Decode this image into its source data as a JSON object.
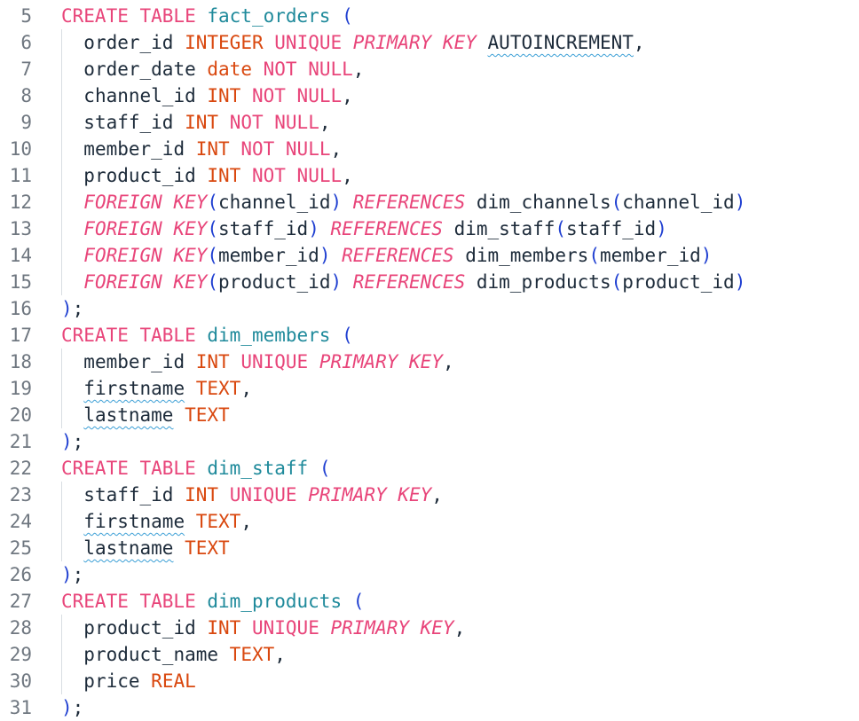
{
  "editor": {
    "language": "SQL",
    "lines": [
      {
        "n": "5",
        "indent": 0,
        "t": [
          [
            "kw",
            "CREATE TABLE"
          ],
          [
            "sp",
            " "
          ],
          [
            "tn",
            "fact_orders"
          ],
          [
            "sp",
            " "
          ],
          [
            "pn",
            "("
          ]
        ]
      },
      {
        "n": "6",
        "indent": 1,
        "t": [
          [
            "id",
            "order_id"
          ],
          [
            "sp",
            " "
          ],
          [
            "ty",
            "INTEGER"
          ],
          [
            "sp",
            " "
          ],
          [
            "kw",
            "UNIQUE"
          ],
          [
            "sp",
            " "
          ],
          [
            "kwi",
            "PRIMARY KEY"
          ],
          [
            "sp",
            " "
          ],
          [
            "id sq",
            "AUTOINCREMENT"
          ],
          [
            "id",
            ","
          ]
        ]
      },
      {
        "n": "7",
        "indent": 1,
        "t": [
          [
            "id",
            "order_date"
          ],
          [
            "sp",
            " "
          ],
          [
            "ty",
            "date"
          ],
          [
            "sp",
            " "
          ],
          [
            "kw",
            "NOT NULL"
          ],
          [
            "id",
            ","
          ]
        ]
      },
      {
        "n": "8",
        "indent": 1,
        "t": [
          [
            "id",
            "channel_id"
          ],
          [
            "sp",
            " "
          ],
          [
            "ty",
            "INT"
          ],
          [
            "sp",
            " "
          ],
          [
            "kw",
            "NOT NULL"
          ],
          [
            "id",
            ","
          ]
        ]
      },
      {
        "n": "9",
        "indent": 1,
        "t": [
          [
            "id",
            "staff_id"
          ],
          [
            "sp",
            " "
          ],
          [
            "ty",
            "INT"
          ],
          [
            "sp",
            " "
          ],
          [
            "kw",
            "NOT NULL"
          ],
          [
            "id",
            ","
          ]
        ]
      },
      {
        "n": "10",
        "indent": 1,
        "t": [
          [
            "id",
            "member_id"
          ],
          [
            "sp",
            " "
          ],
          [
            "ty",
            "INT"
          ],
          [
            "sp",
            " "
          ],
          [
            "kw",
            "NOT NULL"
          ],
          [
            "id",
            ","
          ]
        ]
      },
      {
        "n": "11",
        "indent": 1,
        "t": [
          [
            "id",
            "product_id"
          ],
          [
            "sp",
            " "
          ],
          [
            "ty",
            "INT"
          ],
          [
            "sp",
            " "
          ],
          [
            "kw",
            "NOT NULL"
          ],
          [
            "id",
            ","
          ]
        ]
      },
      {
        "n": "12",
        "indent": 1,
        "t": [
          [
            "kwi",
            "FOREIGN KEY"
          ],
          [
            "pn",
            "("
          ],
          [
            "id",
            "channel_id"
          ],
          [
            "pn",
            ")"
          ],
          [
            "sp",
            " "
          ],
          [
            "kwi",
            "REFERENCES"
          ],
          [
            "sp",
            " "
          ],
          [
            "id",
            "dim_channels"
          ],
          [
            "pn",
            "("
          ],
          [
            "id",
            "channel_id"
          ],
          [
            "pn",
            ")"
          ]
        ]
      },
      {
        "n": "13",
        "indent": 1,
        "t": [
          [
            "kwi",
            "FOREIGN KEY"
          ],
          [
            "pn",
            "("
          ],
          [
            "id",
            "staff_id"
          ],
          [
            "pn",
            ")"
          ],
          [
            "sp",
            " "
          ],
          [
            "kwi",
            "REFERENCES"
          ],
          [
            "sp",
            " "
          ],
          [
            "id",
            "dim_staff"
          ],
          [
            "pn",
            "("
          ],
          [
            "id",
            "staff_id"
          ],
          [
            "pn",
            ")"
          ]
        ]
      },
      {
        "n": "14",
        "indent": 1,
        "t": [
          [
            "kwi",
            "FOREIGN KEY"
          ],
          [
            "pn",
            "("
          ],
          [
            "id",
            "member_id"
          ],
          [
            "pn",
            ")"
          ],
          [
            "sp",
            " "
          ],
          [
            "kwi",
            "REFERENCES"
          ],
          [
            "sp",
            " "
          ],
          [
            "id",
            "dim_members"
          ],
          [
            "pn",
            "("
          ],
          [
            "id",
            "member_id"
          ],
          [
            "pn",
            ")"
          ]
        ]
      },
      {
        "n": "15",
        "indent": 1,
        "t": [
          [
            "kwi",
            "FOREIGN KEY"
          ],
          [
            "pn",
            "("
          ],
          [
            "id",
            "product_id"
          ],
          [
            "pn",
            ")"
          ],
          [
            "sp",
            " "
          ],
          [
            "kwi",
            "REFERENCES"
          ],
          [
            "sp",
            " "
          ],
          [
            "id",
            "dim_products"
          ],
          [
            "pn",
            "("
          ],
          [
            "id",
            "product_id"
          ],
          [
            "pn",
            ")"
          ]
        ]
      },
      {
        "n": "16",
        "indent": 0,
        "t": [
          [
            "pn",
            ")"
          ],
          [
            "id",
            ";"
          ]
        ]
      },
      {
        "n": "17",
        "indent": 0,
        "t": [
          [
            "kw",
            "CREATE TABLE"
          ],
          [
            "sp",
            " "
          ],
          [
            "tn",
            "dim_members"
          ],
          [
            "sp",
            " "
          ],
          [
            "pn",
            "("
          ]
        ]
      },
      {
        "n": "18",
        "indent": 1,
        "t": [
          [
            "id",
            "member_id"
          ],
          [
            "sp",
            " "
          ],
          [
            "ty",
            "INT"
          ],
          [
            "sp",
            " "
          ],
          [
            "kw",
            "UNIQUE"
          ],
          [
            "sp",
            " "
          ],
          [
            "kwi",
            "PRIMARY KEY"
          ],
          [
            "id",
            ","
          ]
        ]
      },
      {
        "n": "19",
        "indent": 1,
        "t": [
          [
            "id sq",
            "firstname"
          ],
          [
            "sp",
            " "
          ],
          [
            "ty",
            "TEXT"
          ],
          [
            "id",
            ","
          ]
        ]
      },
      {
        "n": "20",
        "indent": 1,
        "t": [
          [
            "id sq",
            "lastname"
          ],
          [
            "sp",
            " "
          ],
          [
            "ty",
            "TEXT"
          ]
        ]
      },
      {
        "n": "21",
        "indent": 0,
        "t": [
          [
            "pn",
            ")"
          ],
          [
            "id",
            ";"
          ]
        ]
      },
      {
        "n": "22",
        "indent": 0,
        "t": [
          [
            "kw",
            "CREATE TABLE"
          ],
          [
            "sp",
            " "
          ],
          [
            "tn",
            "dim_staff"
          ],
          [
            "sp",
            " "
          ],
          [
            "pn",
            "("
          ]
        ]
      },
      {
        "n": "23",
        "indent": 1,
        "t": [
          [
            "id",
            "staff_id"
          ],
          [
            "sp",
            " "
          ],
          [
            "ty",
            "INT"
          ],
          [
            "sp",
            " "
          ],
          [
            "kw",
            "UNIQUE"
          ],
          [
            "sp",
            " "
          ],
          [
            "kwi",
            "PRIMARY KEY"
          ],
          [
            "id",
            ","
          ]
        ]
      },
      {
        "n": "24",
        "indent": 1,
        "t": [
          [
            "id sq",
            "firstname"
          ],
          [
            "sp",
            " "
          ],
          [
            "ty",
            "TEXT"
          ],
          [
            "id",
            ","
          ]
        ]
      },
      {
        "n": "25",
        "indent": 1,
        "t": [
          [
            "id sq",
            "lastname"
          ],
          [
            "sp",
            " "
          ],
          [
            "ty",
            "TEXT"
          ]
        ]
      },
      {
        "n": "26",
        "indent": 0,
        "t": [
          [
            "pn",
            ")"
          ],
          [
            "id",
            ";"
          ]
        ]
      },
      {
        "n": "27",
        "indent": 0,
        "t": [
          [
            "kw",
            "CREATE TABLE"
          ],
          [
            "sp",
            " "
          ],
          [
            "tn",
            "dim_products"
          ],
          [
            "sp",
            " "
          ],
          [
            "pn",
            "("
          ]
        ]
      },
      {
        "n": "28",
        "indent": 1,
        "t": [
          [
            "id",
            "product_id"
          ],
          [
            "sp",
            " "
          ],
          [
            "ty",
            "INT"
          ],
          [
            "sp",
            " "
          ],
          [
            "kw",
            "UNIQUE"
          ],
          [
            "sp",
            " "
          ],
          [
            "kwi",
            "PRIMARY KEY"
          ],
          [
            "id",
            ","
          ]
        ]
      },
      {
        "n": "29",
        "indent": 1,
        "t": [
          [
            "id",
            "product_name"
          ],
          [
            "sp",
            " "
          ],
          [
            "ty",
            "TEXT"
          ],
          [
            "id",
            ","
          ]
        ]
      },
      {
        "n": "30",
        "indent": 1,
        "t": [
          [
            "id",
            "price"
          ],
          [
            "sp",
            " "
          ],
          [
            "ty",
            "REAL"
          ]
        ]
      },
      {
        "n": "31",
        "indent": 0,
        "t": [
          [
            "pn",
            ")"
          ],
          [
            "id",
            ";"
          ]
        ]
      }
    ]
  },
  "colors": {
    "keyword": "#e8457a",
    "type": "#d9480f",
    "table_name": "#1f8a9b",
    "paren": "#1f3fd1",
    "identifier": "#1d2b3a",
    "line_number": "#6f7780",
    "spell_squiggle": "#3b9fd6"
  }
}
